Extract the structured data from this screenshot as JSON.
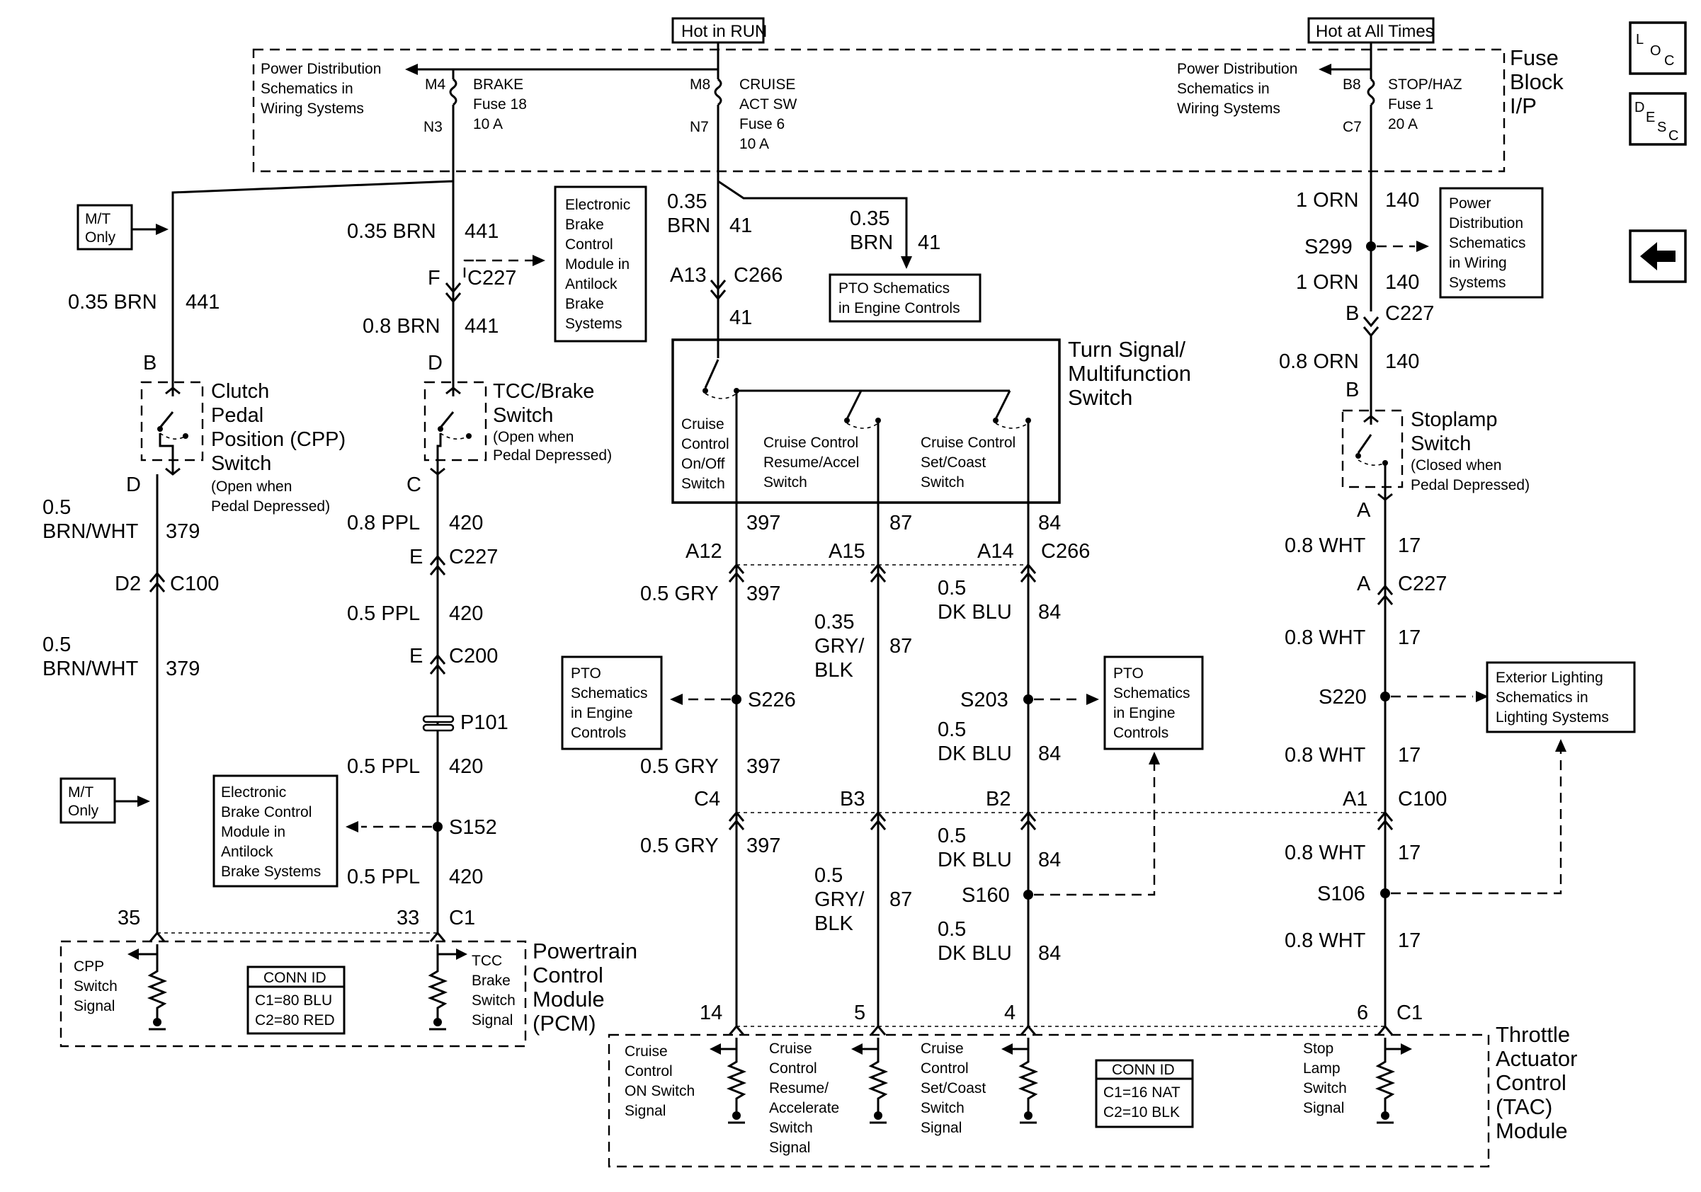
{
  "header": {
    "hot_run": "Hot in RUN",
    "hot_all": "Hot at All Times"
  },
  "nav": {
    "loc": {
      "a": "L",
      "b": "O",
      "c": "C"
    },
    "desc": {
      "a": "D",
      "b": "E",
      "c": "S",
      "d": "C"
    },
    "back_icon": "left-arrow-icon"
  },
  "fuse_block": {
    "title": [
      "Fuse",
      "Block",
      "I/P"
    ],
    "left_note": [
      "Power Distribution",
      "Schematics in",
      "Wiring Systems"
    ],
    "right_note": [
      "Power Distribution",
      "Schematics in",
      "Wiring Systems"
    ],
    "brake": {
      "in": "M4",
      "out": "N3",
      "lines": [
        "BRAKE",
        "Fuse 18",
        "10 A"
      ]
    },
    "cruise": {
      "in": "M8",
      "out": "N7",
      "lines": [
        "CRUISE",
        "ACT SW",
        "Fuse 6",
        "10 A"
      ]
    },
    "stop": {
      "in": "B8",
      "out": "C7",
      "lines": [
        "STOP/HAZ",
        "Fuse 1",
        "20 A"
      ]
    }
  },
  "col1": {
    "mt_only_1": [
      "M/T",
      "Only"
    ],
    "mt_only_2": [
      "M/T",
      "Only"
    ],
    "wire_a": "0.35 BRN",
    "circ_a": "441",
    "pin_b": "B",
    "switch_title": [
      "Clutch",
      "Pedal",
      "Position (CPP)",
      "Switch"
    ],
    "switch_note": [
      "(Open when",
      "Pedal Depressed)"
    ],
    "pin_d": "D",
    "wire_b1": "0.5",
    "wire_b2": "BRN/WHT",
    "circ_b": "379",
    "conn_pin": "D2",
    "conn": "C100",
    "wire_c1": "0.5",
    "wire_c2": "BRN/WHT",
    "circ_c": "379",
    "pcm_pin": "35"
  },
  "col2": {
    "wire_a": "0.35 BRN",
    "circ_a": "441",
    "pin_f": "F",
    "conn_f": "C227",
    "ebcm": [
      "Electronic",
      "Brake",
      "Control",
      "Module in",
      "Antilock",
      "Brake",
      "Systems"
    ],
    "wire_b": "0.8 BRN",
    "circ_b": "441",
    "pin_d": "D",
    "switch_title": [
      "TCC/Brake",
      "Switch"
    ],
    "switch_note": [
      "(Open when",
      "Pedal Depressed)"
    ],
    "pin_c": "C",
    "wire_c": "0.8 PPL",
    "circ_c": "420",
    "pin_e1": "E",
    "conn_e1": "C227",
    "wire_d": "0.5 PPL",
    "circ_d": "420",
    "pin_e2": "E",
    "conn_e2": "C200",
    "p101": "P101",
    "wire_e": "0.5 PPL",
    "circ_e": "420",
    "splice": "S152",
    "ebcm2": [
      "Electronic",
      "Brake Control",
      "Module in",
      "Antilock",
      "Brake Systems"
    ],
    "wire_f": "0.5 PPL",
    "circ_f": "420",
    "pcm_pin": "33",
    "pcm_conn": "C1"
  },
  "pcm": {
    "title": [
      "Powertrain",
      "Control",
      "Module",
      "(PCM)"
    ],
    "cpp_sig": [
      "CPP",
      "Switch",
      "Signal"
    ],
    "tcc_sig": [
      "TCC",
      "Brake",
      "Switch",
      "Signal"
    ],
    "conn_id": [
      "CONN ID",
      "C1=80 BLU",
      "C2=80 RED"
    ]
  },
  "cruise": {
    "wire_a1": "0.35",
    "wire_a2": "BRN",
    "circ_a": "41",
    "pin_a13": "A13",
    "conn_a13": "C266",
    "circ_b": "41",
    "pto_wire1": "0.35",
    "pto_wire2": "BRN",
    "pto_circ": "41",
    "pto_box": [
      "PTO Schematics",
      "in Engine Controls"
    ],
    "tsm_title": [
      "Turn Signal/",
      "Multifunction",
      "Switch"
    ],
    "sw_onoff": [
      "Cruise",
      "Control",
      "On/Off",
      "Switch"
    ],
    "sw_resume": [
      "Cruise Control",
      "Resume/Accel",
      "Switch"
    ],
    "sw_set": [
      "Cruise Control",
      "Set/Coast",
      "Switch"
    ],
    "c397": "397",
    "c87": "87",
    "c84": "84",
    "pin_a12": "A12",
    "pin_a15": "A15",
    "pin_a14": "A14",
    "conn_c266": "C266",
    "w397_1": "0.5 GRY",
    "w397_1c": "397",
    "w87_1a": "0.35",
    "w87_1b": "GRY/",
    "w87_1c": "BLK",
    "w87_1n": "87",
    "w84_1a": "0.5",
    "w84_1b": "DK BLU",
    "w84_1n": "84",
    "pto_left": [
      "PTO",
      "Schematics",
      "in Engine",
      "Controls"
    ],
    "s226": "S226",
    "s203": "S203",
    "pto_right": [
      "PTO",
      "Schematics",
      "in Engine",
      "Controls"
    ],
    "w397_2": "0.5 GRY",
    "w397_2c": "397",
    "w84_2a": "0.5",
    "w84_2b": "DK BLU",
    "w84_2n": "84",
    "pin_c4": "C4",
    "pin_b3": "B3",
    "pin_b2": "B2",
    "w397_3": "0.5 GRY",
    "w397_3c": "397",
    "w87_2a": "0.5",
    "w87_2b": "GRY/",
    "w87_2c": "BLK",
    "w87_2n": "87",
    "w84_3a": "0.5",
    "w84_3b": "DK BLU",
    "w84_3n": "84",
    "s160": "S160",
    "w84_4a": "0.5",
    "w84_4b": "DK BLU",
    "w84_4n": "84",
    "tac_pin14": "14",
    "tac_pin5": "5",
    "tac_pin4": "4"
  },
  "stop": {
    "w1": "1 ORN",
    "c1": "140",
    "s299": "S299",
    "pd_box": [
      "Power",
      "Distribution",
      "Schematics",
      "in Wiring",
      "Systems"
    ],
    "w2": "1 ORN",
    "c2": "140",
    "pin_b1": "B",
    "conn_b1": "C227",
    "w3": "0.8 ORN",
    "c3": "140",
    "pin_b2": "B",
    "switch_title": [
      "Stoplamp",
      "Switch"
    ],
    "switch_note": [
      "(Closed when",
      "Pedal Depressed)"
    ],
    "pin_a1": "A",
    "w4": "0.8 WHT",
    "c4": "17",
    "pin_a2": "A",
    "conn_a2": "C227",
    "w5": "0.8 WHT",
    "c5": "17",
    "s220": "S220",
    "ext_box": [
      "Exterior Lighting",
      "Schematics in",
      "Lighting Systems"
    ],
    "w6": "0.8 WHT",
    "c6": "17",
    "pin_a1c": "A1",
    "conn_c100": "C100",
    "w7": "0.8 WHT",
    "c7": "17",
    "s106": "S106",
    "w8": "0.8 WHT",
    "c8": "17",
    "tac_pin6": "6",
    "tac_conn": "C1"
  },
  "tac": {
    "title": [
      "Throttle",
      "Actuator",
      "Control",
      "(TAC)",
      "Module"
    ],
    "sig_on": [
      "Cruise",
      "Control",
      "ON Switch",
      "Signal"
    ],
    "sig_res": [
      "Cruise",
      "Control",
      "Resume/",
      "Accelerate",
      "Switch",
      "Signal"
    ],
    "sig_set": [
      "Cruise",
      "Control",
      "Set/Coast",
      "Switch",
      "Signal"
    ],
    "sig_stop": [
      "Stop",
      "Lamp",
      "Switch",
      "Signal"
    ],
    "conn_id": [
      "CONN ID",
      "C1=16 NAT",
      "C2=10 BLK"
    ]
  }
}
